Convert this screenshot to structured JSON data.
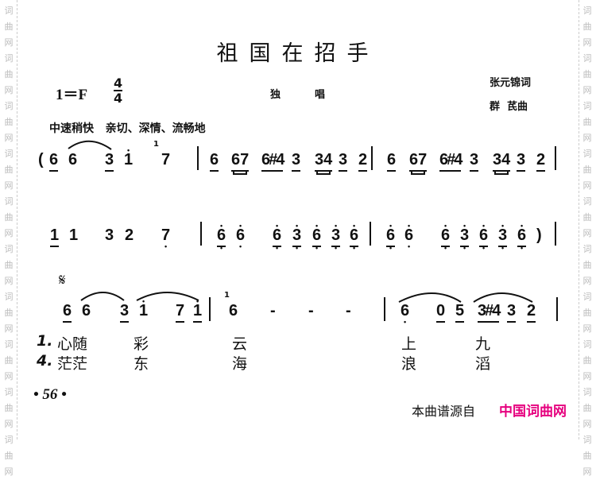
{
  "watermark": "词曲网",
  "title": "祖国在招手",
  "key": "1＝F",
  "time_signature": {
    "top": "4",
    "bottom": "4"
  },
  "performance": {
    "a": "独",
    "b": "唱"
  },
  "lyricist": "张元锦词",
  "composer": "群  芪曲",
  "tempo": "中速稍快   亲切、深情、流畅地",
  "segno": "𝄋",
  "rows": [
    {
      "tokens": [
        {
          "t": "(",
          "u": 0
        },
        {
          "t": "6",
          "u": 1
        },
        {
          "t": "6",
          "u": 0
        },
        {
          "t": "3",
          "u": 1
        },
        {
          "t": "i",
          "u": 0,
          "da": 1
        },
        {
          "t": "7",
          "u": 0
        },
        {
          "t": "|"
        },
        {
          "t": "6",
          "u": 1
        },
        {
          "t": "67",
          "u": 2
        },
        {
          "t": "6#4",
          "u": 1
        },
        {
          "t": "3",
          "u": 1
        },
        {
          "t": "34",
          "u": 2
        },
        {
          "t": "3",
          "u": 1
        },
        {
          "t": "2",
          "u": 1
        },
        {
          "t": "|"
        },
        {
          "t": "6",
          "u": 1
        },
        {
          "t": "67",
          "u": 2
        },
        {
          "t": "6#4",
          "u": 1
        },
        {
          "t": "3",
          "u": 1
        },
        {
          "t": "34",
          "u": 2
        },
        {
          "t": "3",
          "u": 1
        },
        {
          "t": "2",
          "u": 1
        },
        {
          "t": "|"
        }
      ]
    },
    {
      "tokens": [
        {
          "t": "1",
          "u": 1
        },
        {
          "t": "1",
          "u": 0
        },
        {
          "t": "3",
          "u": 0
        },
        {
          "t": "2",
          "u": 0
        },
        {
          "t": "7",
          "u": 0,
          "db": 1
        },
        {
          "t": "|"
        },
        {
          "t": "6",
          "u": 1,
          "da": 1,
          "db": 1
        },
        {
          "t": "6",
          "u": 0,
          "da": 1,
          "db": 1
        },
        {
          "t": "6",
          "u": 1,
          "da": 1,
          "db": 1
        },
        {
          "t": "3",
          "u": 1,
          "da": 1,
          "db": 1
        },
        {
          "t": "6",
          "u": 1,
          "da": 1,
          "db": 1
        },
        {
          "t": "3",
          "u": 1,
          "da": 1,
          "db": 1
        },
        {
          "t": "6",
          "u": 1,
          "da": 1,
          "db": 1
        },
        {
          "t": "|"
        },
        {
          "t": "6",
          "u": 1,
          "da": 1,
          "db": 1
        },
        {
          "t": "6",
          "u": 0,
          "da": 1,
          "db": 1
        },
        {
          "t": "6",
          "u": 1,
          "da": 1,
          "db": 1
        },
        {
          "t": "3",
          "u": 1,
          "da": 1,
          "db": 1
        },
        {
          "t": "6",
          "u": 1,
          "da": 1,
          "db": 1
        },
        {
          "t": "3",
          "u": 1,
          "da": 1,
          "db": 1
        },
        {
          "t": "6",
          "u": 1,
          "da": 1,
          "db": 1
        },
        {
          "t": ")",
          "u": 0
        },
        {
          "t": "|"
        }
      ]
    },
    {
      "tokens": [
        {
          "t": "6",
          "u": 1
        },
        {
          "t": "6",
          "u": 0
        },
        {
          "t": "3",
          "u": 1
        },
        {
          "t": "i",
          "u": 0,
          "da": 1
        },
        {
          "t": "7",
          "u": 1
        },
        {
          "t": "i",
          "u": 1,
          "da": 1
        },
        {
          "t": "|"
        },
        {
          "t": "6",
          "u": 0
        },
        {
          "t": "-",
          "u": 0
        },
        {
          "t": "-",
          "u": 0
        },
        {
          "t": "-",
          "u": 0
        },
        {
          "t": "|"
        },
        {
          "t": "6",
          "u": 0,
          "db": 1
        },
        {
          "t": "0",
          "u": 1
        },
        {
          "t": "5",
          "u": 1
        },
        {
          "t": "3#4",
          "u": 1
        },
        {
          "t": "3",
          "u": 1
        },
        {
          "t": "2",
          "u": 1
        },
        {
          "t": "|"
        }
      ]
    }
  ],
  "grace_notes": [
    "1",
    "1"
  ],
  "lyrics": [
    {
      "verse": "1.",
      "words": [
        "心随",
        "彩",
        "云",
        "上",
        "九"
      ]
    },
    {
      "verse": "4.",
      "words": [
        "茫茫",
        "东",
        "海",
        "浪",
        "滔"
      ]
    }
  ],
  "page_number": "• 56 •",
  "footer": {
    "source_label": "本曲谱源自",
    "site_name": "中国词曲网",
    "site_color": "#e6007e"
  }
}
